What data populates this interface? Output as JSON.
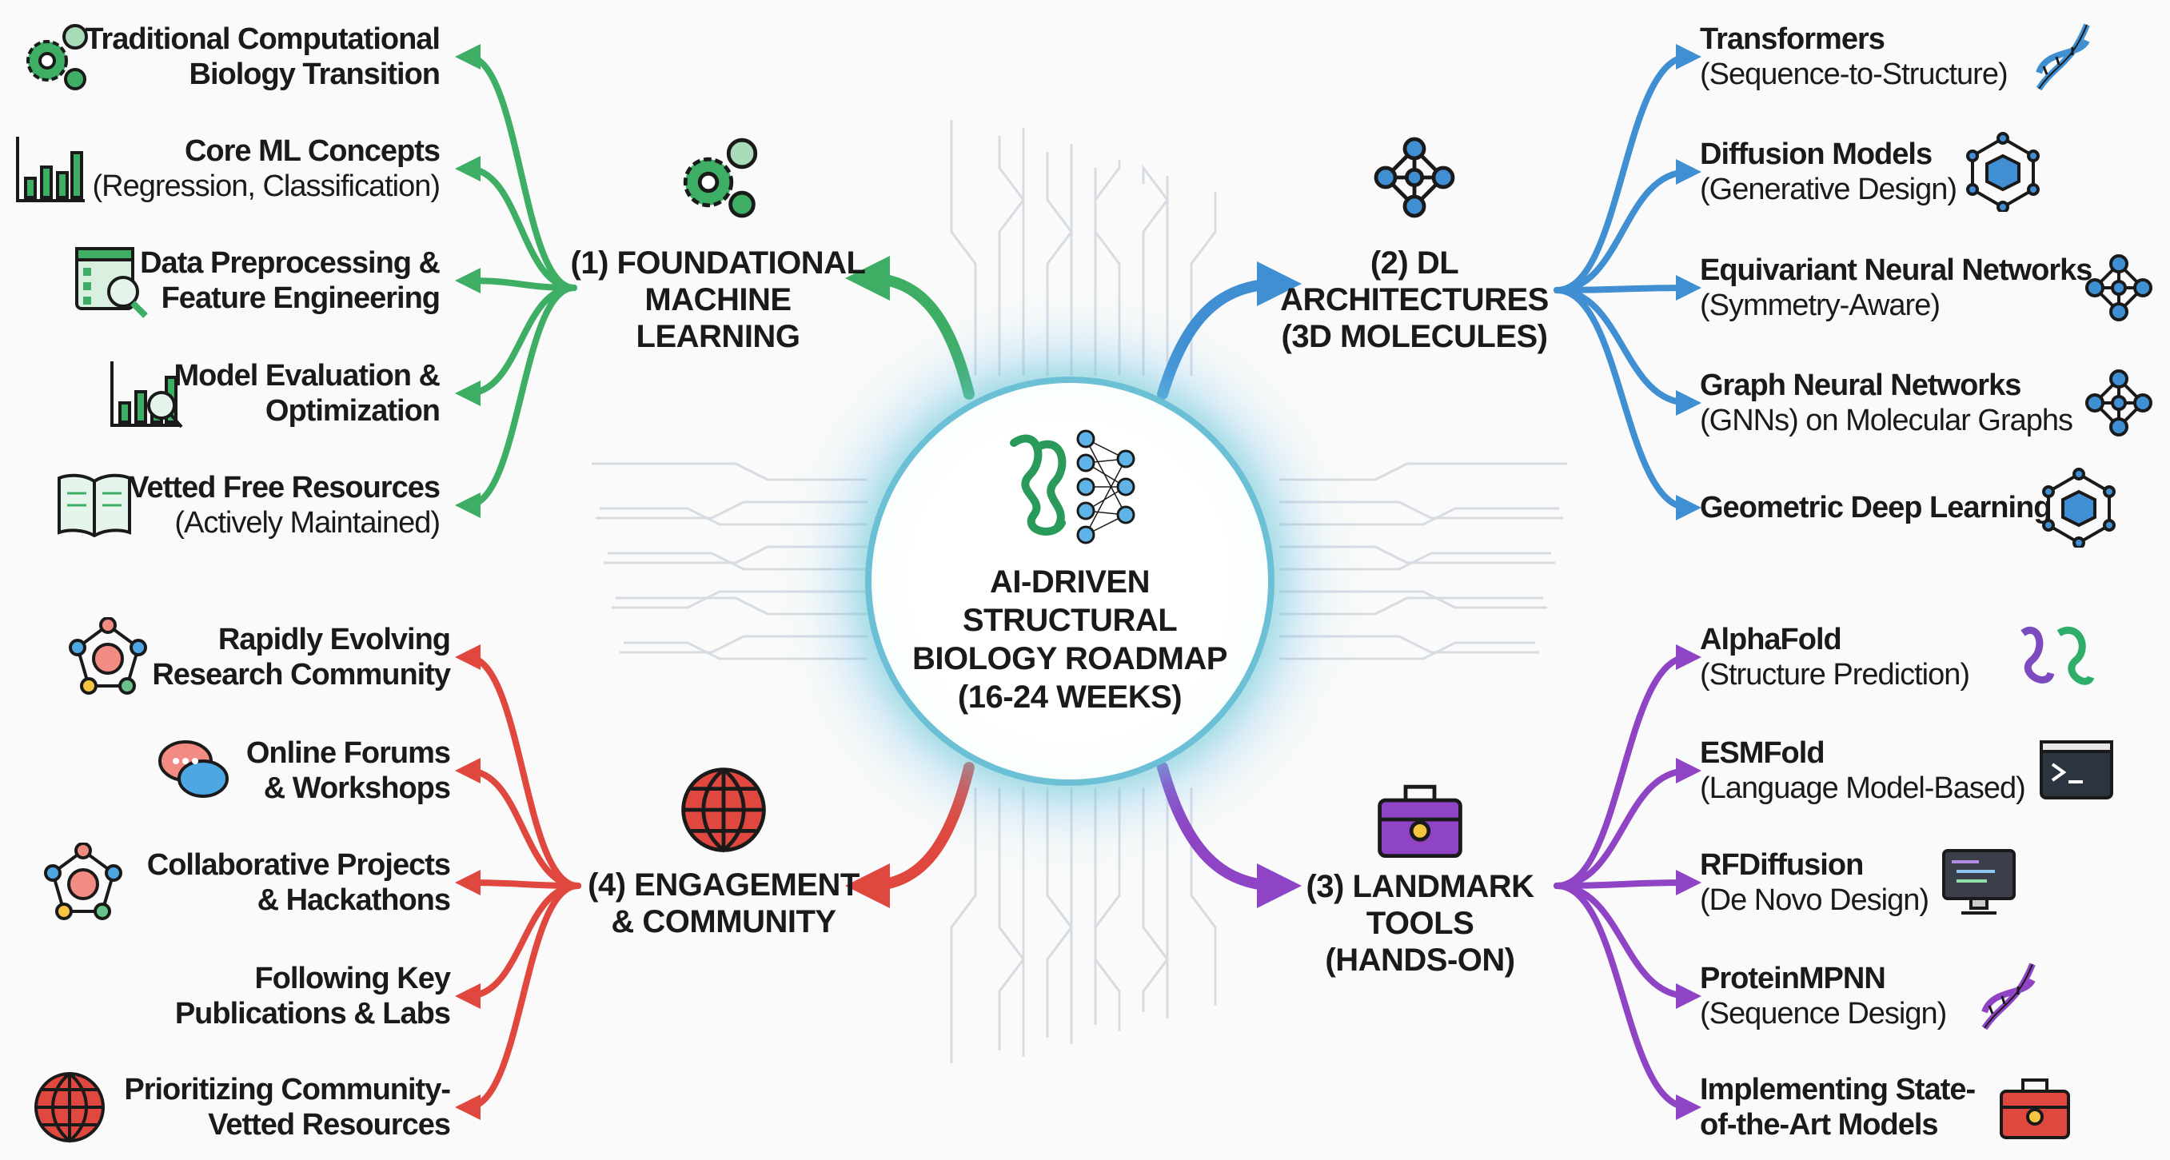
{
  "center": {
    "lines": [
      "AI-DRIVEN",
      "STRUCTURAL",
      "BIOLOGY ROADMAP",
      "(16-24 WEEKS)"
    ],
    "icon": "protein-neural-network-icon"
  },
  "colors": {
    "green": "#3dae64",
    "blue": "#3f8fd2",
    "red": "#e0483f",
    "purple": "#8e44c4",
    "circuit": "#d7dce3"
  },
  "sections": [
    {
      "id": "foundational",
      "color": "green",
      "lines": [
        "(1) FOUNDATIONAL",
        "MACHINE",
        "LEARNING"
      ],
      "icon": "gears-chart-icon",
      "items": [
        {
          "title": "Traditional Computational",
          "title2": "Biology Transition",
          "subtitle": "",
          "icon": "gears-icon"
        },
        {
          "title": "Core ML Concepts",
          "title2": "",
          "subtitle": "(Regression, Classification)",
          "icon": "bar-chart-icon"
        },
        {
          "title": "Data Preprocessing &",
          "title2": "Feature Engineering",
          "subtitle": "",
          "icon": "data-search-icon"
        },
        {
          "title": "Model Evaluation &",
          "title2": "Optimization",
          "subtitle": "",
          "icon": "chart-magnifier-icon"
        },
        {
          "title": "Vetted Free Resources",
          "title2": "",
          "subtitle": "(Actively Maintained)",
          "icon": "book-icon"
        }
      ]
    },
    {
      "id": "dl",
      "color": "blue",
      "lines": [
        "(2) DL",
        "ARCHITECTURES",
        "(3D MOLECULES)"
      ],
      "icon": "neural-network-icon",
      "items": [
        {
          "title": "Transformers",
          "title2": "",
          "subtitle": "(Sequence-to-Structure)",
          "icon": "dna-icon"
        },
        {
          "title": "Diffusion Models",
          "title2": "",
          "subtitle": "(Generative Design)",
          "icon": "cube-network-icon"
        },
        {
          "title": "Equivariant Neural Networks",
          "title2": "",
          "subtitle": "(Symmetry-Aware)",
          "icon": "neural-mesh-icon"
        },
        {
          "title": "Graph Neural Networks",
          "title2": "",
          "subtitle": "(GNNs) on Molecular Graphs",
          "icon": "graph-icon"
        },
        {
          "title": "Geometric Deep Learning",
          "title2": "",
          "subtitle": "",
          "icon": "geometric-cube-icon"
        }
      ]
    },
    {
      "id": "tools",
      "color": "purple",
      "lines": [
        "(3) LANDMARK",
        "TOOLS",
        "(HANDS-ON)"
      ],
      "icon": "toolbox-icon",
      "items": [
        {
          "title": "AlphaFold",
          "title2": "",
          "subtitle": "(Structure Prediction)",
          "icon": "protein-structure-icon"
        },
        {
          "title": "ESMFold",
          "title2": "",
          "subtitle": "(Language Model-Based)",
          "icon": "terminal-icon"
        },
        {
          "title": "RFDiffusion",
          "title2": "",
          "subtitle": "(De Novo Design)",
          "icon": "monitor-code-icon"
        },
        {
          "title": "ProteinMPNN",
          "title2": "",
          "subtitle": "(Sequence Design)",
          "icon": "dna-icon"
        },
        {
          "title": "Implementing State-",
          "title2": "of-the-Art Models",
          "subtitle": "",
          "icon": "red-toolbox-icon"
        }
      ]
    },
    {
      "id": "community",
      "color": "red",
      "lines": [
        "(4) ENGAGEMENT",
        "& COMMUNITY"
      ],
      "icon": "globe-icon",
      "items": [
        {
          "title": "Rapidly Evolving",
          "title2": "Research Community",
          "subtitle": "",
          "icon": "people-network-icon"
        },
        {
          "title": "Online Forums",
          "title2": "& Workshops",
          "subtitle": "",
          "icon": "chat-bubbles-icon"
        },
        {
          "title": "Collaborative Projects",
          "title2": "& Hackathons",
          "subtitle": "",
          "icon": "collaboration-icon"
        },
        {
          "title": "Following Key",
          "title2": "Publications & Labs",
          "subtitle": "",
          "icon": ""
        },
        {
          "title": "Prioritizing Community-",
          "title2": "Vetted Resources",
          "subtitle": "",
          "icon": "globe-icon"
        }
      ]
    }
  ]
}
